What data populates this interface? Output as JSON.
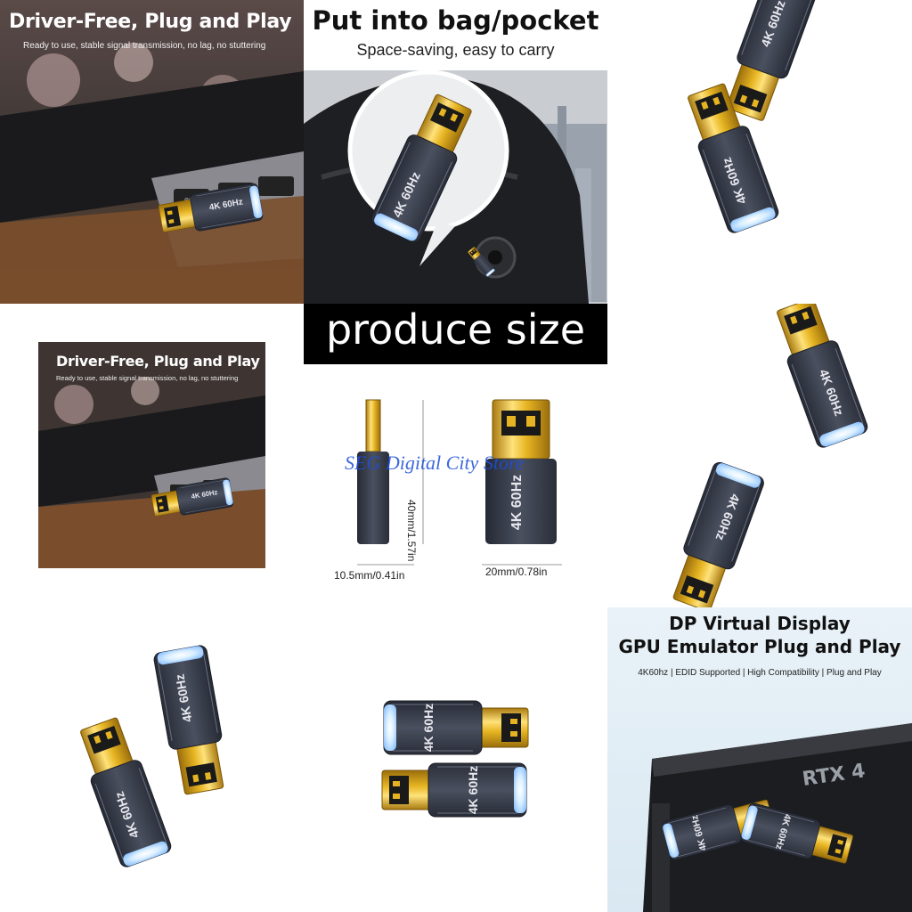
{
  "tile1": {
    "title": "Driver-Free, Plug and Play",
    "subtitle": "Ready to use, stable signal transmission, no lag, no stuttering",
    "badge": "4K 60Hz",
    "key": "esc"
  },
  "tile2": {
    "title": "Put into bag/pocket",
    "subtitle": "Space-saving, easy to carry",
    "badge": "4K 60Hz"
  },
  "tile4": {
    "title": "Driver-Free, Plug and Play",
    "subtitle": "Ready to use, stable signal transmission, no lag, no stuttering",
    "badge": "4K 60Hz",
    "key": "esc"
  },
  "size": {
    "banner": "produce size",
    "height": "40mm/1.57in",
    "side_width": "10.5mm/0.41in",
    "front_width": "20mm/0.78in",
    "watermark": "SEG Digital City Store",
    "badge": "4K 60Hz"
  },
  "tile9": {
    "title_line1": "DP Virtual Display",
    "title_line2": "GPU Emulator Plug and Play",
    "features": "4K60hz | EDID Supported | High Compatibility | Plug and Play",
    "gpu_text": "RTX 4",
    "badge": "4K 60Hz"
  },
  "product_badge": "4K 60Hz",
  "colors": {
    "body": "#3a3f4d",
    "gold": "#e6b422",
    "led": "#d8eeff"
  }
}
